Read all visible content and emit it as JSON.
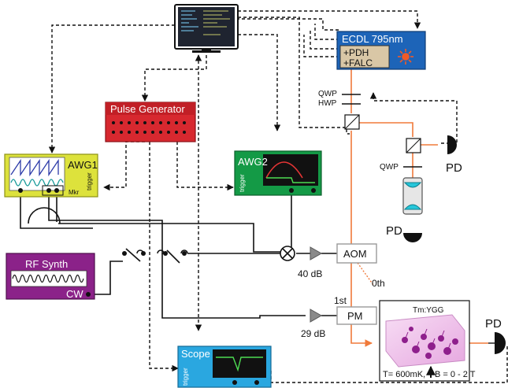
{
  "labels": {
    "ecdl_title": "ECDL 795nm",
    "ecdl_pdh": "+PDH",
    "ecdl_falc": "+FALC",
    "pulse_generator": "Pulse Generator",
    "awg1": "AWG1",
    "awg1_trigger": "trigger",
    "awg1_mkr": "Mkr",
    "awg2": "AWG2",
    "awg2_trigger": "trigger",
    "rf_synth": "RF Synth",
    "rf_cw": "CW",
    "scope": "Scope",
    "scope_trigger": "trigger",
    "qwp_top": "QWP",
    "hwp": "HWP",
    "qwp_right": "QWP",
    "pd_right": "PD",
    "pd_bottom": "PD",
    "pd_sample": "PD",
    "aom": "AOM",
    "pm": "PM",
    "atten_40": "40 dB",
    "atten_29": "29 dB",
    "order_0th": "0th",
    "order_1st": "1st",
    "crystal": "Tm:YGG",
    "conditions_temp": "T= 600mK,",
    "conditions_field": "B = 0 - 2 T"
  },
  "colors": {
    "laser_beam": "#f07a3a",
    "ecdl_blue": "#1d64b8",
    "pulse_red": "#d7282f",
    "awg1_yellow": "#dde23c",
    "awg2_green": "#149a46",
    "rf_purple": "#8b2289",
    "scope_blue": "#2aa7e0",
    "crystal_pink": "#f2c8ef",
    "atom_purple": "#8e1f8c"
  }
}
